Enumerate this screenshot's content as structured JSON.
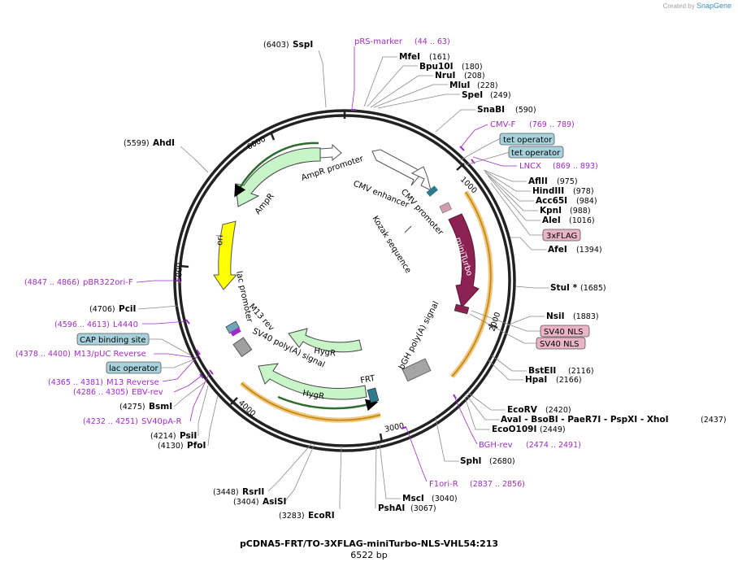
{
  "credit": {
    "prefix": "Created by",
    "brand": "SnapGene"
  },
  "plasmid": {
    "name": "pCDNA5-FRT/TO-3XFLAG-miniTurbo-NLS-VHL54:213",
    "length": "6522 bp"
  },
  "ticks": [
    "1000",
    "2000",
    "3000",
    "4000",
    "5000",
    "6000"
  ],
  "enzymes": [
    {
      "name": "SspI",
      "pos": "(6403)"
    },
    {
      "name": "MfeI",
      "pos": "(161)"
    },
    {
      "name": "Bpu10I",
      "pos": "(180)"
    },
    {
      "name": "NruI",
      "pos": "(208)"
    },
    {
      "name": "MluI",
      "pos": "(228)"
    },
    {
      "name": "SpeI",
      "pos": "(249)"
    },
    {
      "name": "SnaBI",
      "pos": "(590)"
    },
    {
      "name": "AflII",
      "pos": "(975)"
    },
    {
      "name": "HindIII",
      "pos": "(978)"
    },
    {
      "name": "Acc65I",
      "pos": "(984)"
    },
    {
      "name": "KpnI",
      "pos": "(988)"
    },
    {
      "name": "AleI",
      "pos": "(1016)"
    },
    {
      "name": "AfeI",
      "pos": "(1394)"
    },
    {
      "name": "StuI *",
      "pos": "(1685)"
    },
    {
      "name": "NsiI",
      "pos": "(1883)"
    },
    {
      "name": "BstEII",
      "pos": "(2116)"
    },
    {
      "name": "HpaI",
      "pos": "(2166)"
    },
    {
      "name": "EcoRV",
      "pos": "(2420)"
    },
    {
      "name": "AvaI - BsoBI - PaeR7I - PspXI - XhoI",
      "pos": "(2437)"
    },
    {
      "name": "EcoO109I",
      "pos": "(2449)"
    },
    {
      "name": "SphI",
      "pos": "(2680)"
    },
    {
      "name": "MscI",
      "pos": "(3040)"
    },
    {
      "name": "PshAI",
      "pos": "(3067)"
    },
    {
      "name": "EcoRI",
      "pos": "(3283)"
    },
    {
      "name": "AsiSI",
      "pos": "(3404)"
    },
    {
      "name": "RsrII",
      "pos": "(3448)"
    },
    {
      "name": "PfoI",
      "pos": "(4130)"
    },
    {
      "name": "PsiI",
      "pos": "(4214)"
    },
    {
      "name": "BsmI",
      "pos": "(4275)"
    },
    {
      "name": "PciI",
      "pos": "(4706)"
    },
    {
      "name": "AhdI",
      "pos": "(5599)"
    }
  ],
  "primers": [
    {
      "name": "pRS-marker",
      "range": "(44 .. 63)"
    },
    {
      "name": "CMV-F",
      "range": "(769 .. 789)"
    },
    {
      "name": "LNCX",
      "range": "(869 .. 893)"
    },
    {
      "name": "BGH-rev",
      "range": "(2474 .. 2491)"
    },
    {
      "name": "F1ori-R",
      "range": "(2837 .. 2856)"
    },
    {
      "name": "SV40pA-R",
      "range": "(4232 .. 4251)"
    },
    {
      "name": "EBV-rev",
      "range": "(4286 .. 4305)"
    },
    {
      "name": "M13 Reverse",
      "range": "(4365 .. 4381)"
    },
    {
      "name": "M13/pUC Reverse",
      "range": "(4378 .. 4400)"
    },
    {
      "name": "L4440",
      "range": "(4596 .. 4613)"
    },
    {
      "name": "pBR322ori-F",
      "range": "(4847 .. 4866)"
    }
  ],
  "boxed_features": [
    {
      "name": "tet operator",
      "kind": "blue"
    },
    {
      "name": "tet operator",
      "kind": "blue"
    },
    {
      "name": "3xFLAG",
      "kind": "pink"
    },
    {
      "name": "SV40 NLS",
      "kind": "pink"
    },
    {
      "name": "SV40 NLS",
      "kind": "pink"
    },
    {
      "name": "CAP binding site",
      "kind": "blue"
    },
    {
      "name": "lac operator",
      "kind": "blue"
    }
  ],
  "features": {
    "cmv_enhancer": "CMV enhancer",
    "cmv_promoter": "CMV promoter",
    "ampr_promoter": "AmpR promoter",
    "ampr": "AmpR",
    "ori": "ori",
    "kozak": "Kozak sequence",
    "miniturbo": "miniTurbo",
    "bgh": "bGH poly(A) signal",
    "lac_promoter": "lac promoter",
    "m13_rev": "M13 rev",
    "sv40_polya": "SV40 poly(A) signal",
    "hygr_inner": "HygR",
    "hygr_outer": "HygR",
    "frt": "FRT"
  },
  "colors": {
    "backbone": "#222222",
    "primer": "#a02cc8",
    "promoter": "#ffffff",
    "marker": "#c8f5c8",
    "ori": "#ffff00",
    "orf": "#8b2252",
    "terminator": "#a0a0a0",
    "operator_box": "#a7d2dc",
    "tag_box": "#e8b4c6",
    "arc_orange": "#f2c47c"
  }
}
